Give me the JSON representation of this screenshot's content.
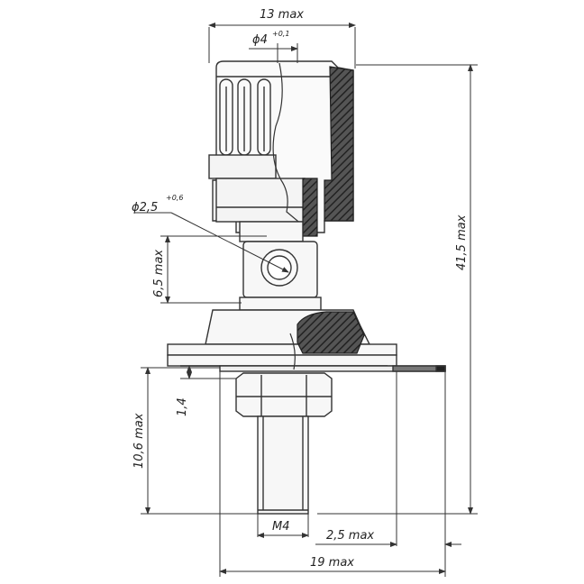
{
  "dimensions": {
    "top_width": "13 max",
    "bore_dia": "ϕ4",
    "bore_tol": "+0,1",
    "cross_hole_dia": "ϕ2,5",
    "cross_hole_tol": "+0,6",
    "hole_height": "6,5 max",
    "total_height": "41,5 max",
    "flange_thickness": "1,4",
    "thread_length": "10,6 max",
    "thread": "M4",
    "plate_offset": "2,5 max",
    "bottom_width": "19 max"
  },
  "colors": {
    "line": "#333333",
    "hatch": "#3a3a3a",
    "fill_light": "#f7f7f7"
  }
}
